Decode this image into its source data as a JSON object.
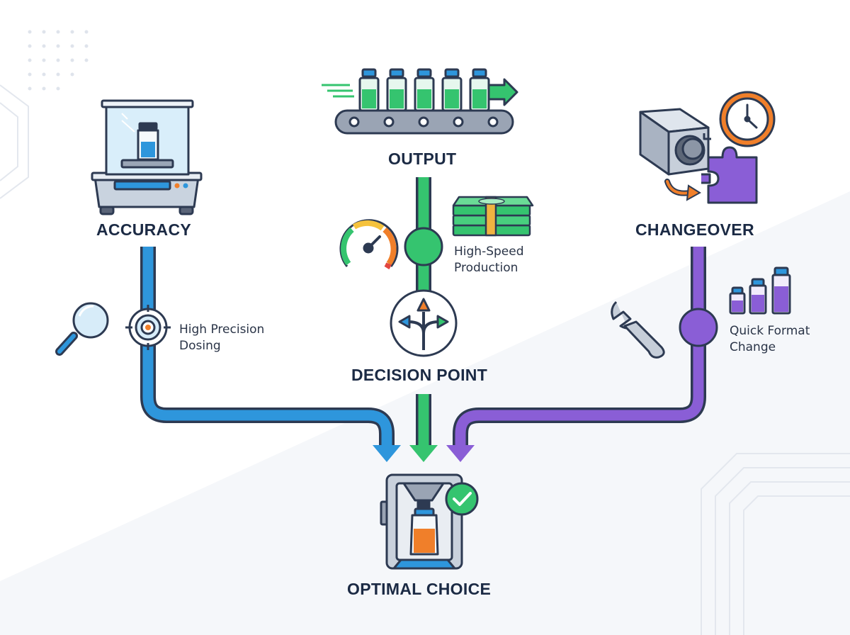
{
  "nodes": {
    "accuracy": {
      "title": "ACCURACY",
      "caption": [
        "High Precision",
        "Dosing"
      ]
    },
    "output": {
      "title": "OUTPUT",
      "caption": [
        "High-Speed",
        "Production"
      ]
    },
    "changeover": {
      "title": "CHANGEOVER",
      "caption": [
        "Quick Format",
        "Change"
      ]
    },
    "decision": {
      "title": "DECISION POINT"
    },
    "result": {
      "title": "OPTIMAL CHOICE"
    }
  },
  "colors": {
    "accuracy": "#2e96dc",
    "output": "#35c46f",
    "changeover": "#8a5ed6",
    "outline": "#2d3a52",
    "accent": "#f07f2a"
  },
  "icons": {
    "accuracy": [
      "analytical-balance-icon",
      "magnifier-icon",
      "target-icon"
    ],
    "output": [
      "conveyor-vials-icon",
      "money-stack-icon",
      "speedometer-icon"
    ],
    "changeover": [
      "format-machine-icon",
      "clock-icon",
      "puzzle-icon",
      "wrench-icon",
      "vial-sizes-icon"
    ],
    "decision": [
      "split-arrows-icon"
    ],
    "result": [
      "filling-machine-icon",
      "check-badge-icon"
    ]
  }
}
